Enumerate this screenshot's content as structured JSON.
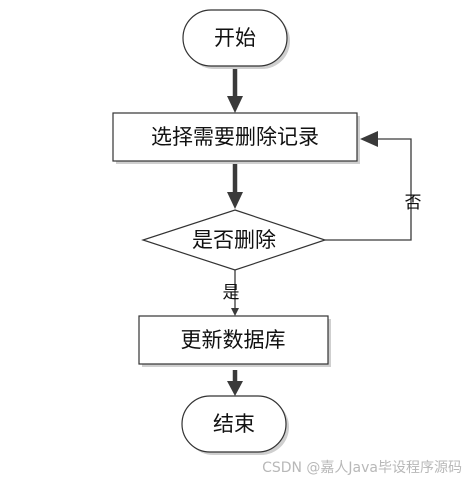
{
  "nodes": {
    "start": "开始",
    "select": "选择需要删除记录",
    "decision": "是否删除",
    "update": "更新数据库",
    "end": "结束"
  },
  "edges": {
    "yes_label": "是",
    "no_label": "否"
  },
  "watermark": "CSDN @嘉人Java毕设程序源码"
}
